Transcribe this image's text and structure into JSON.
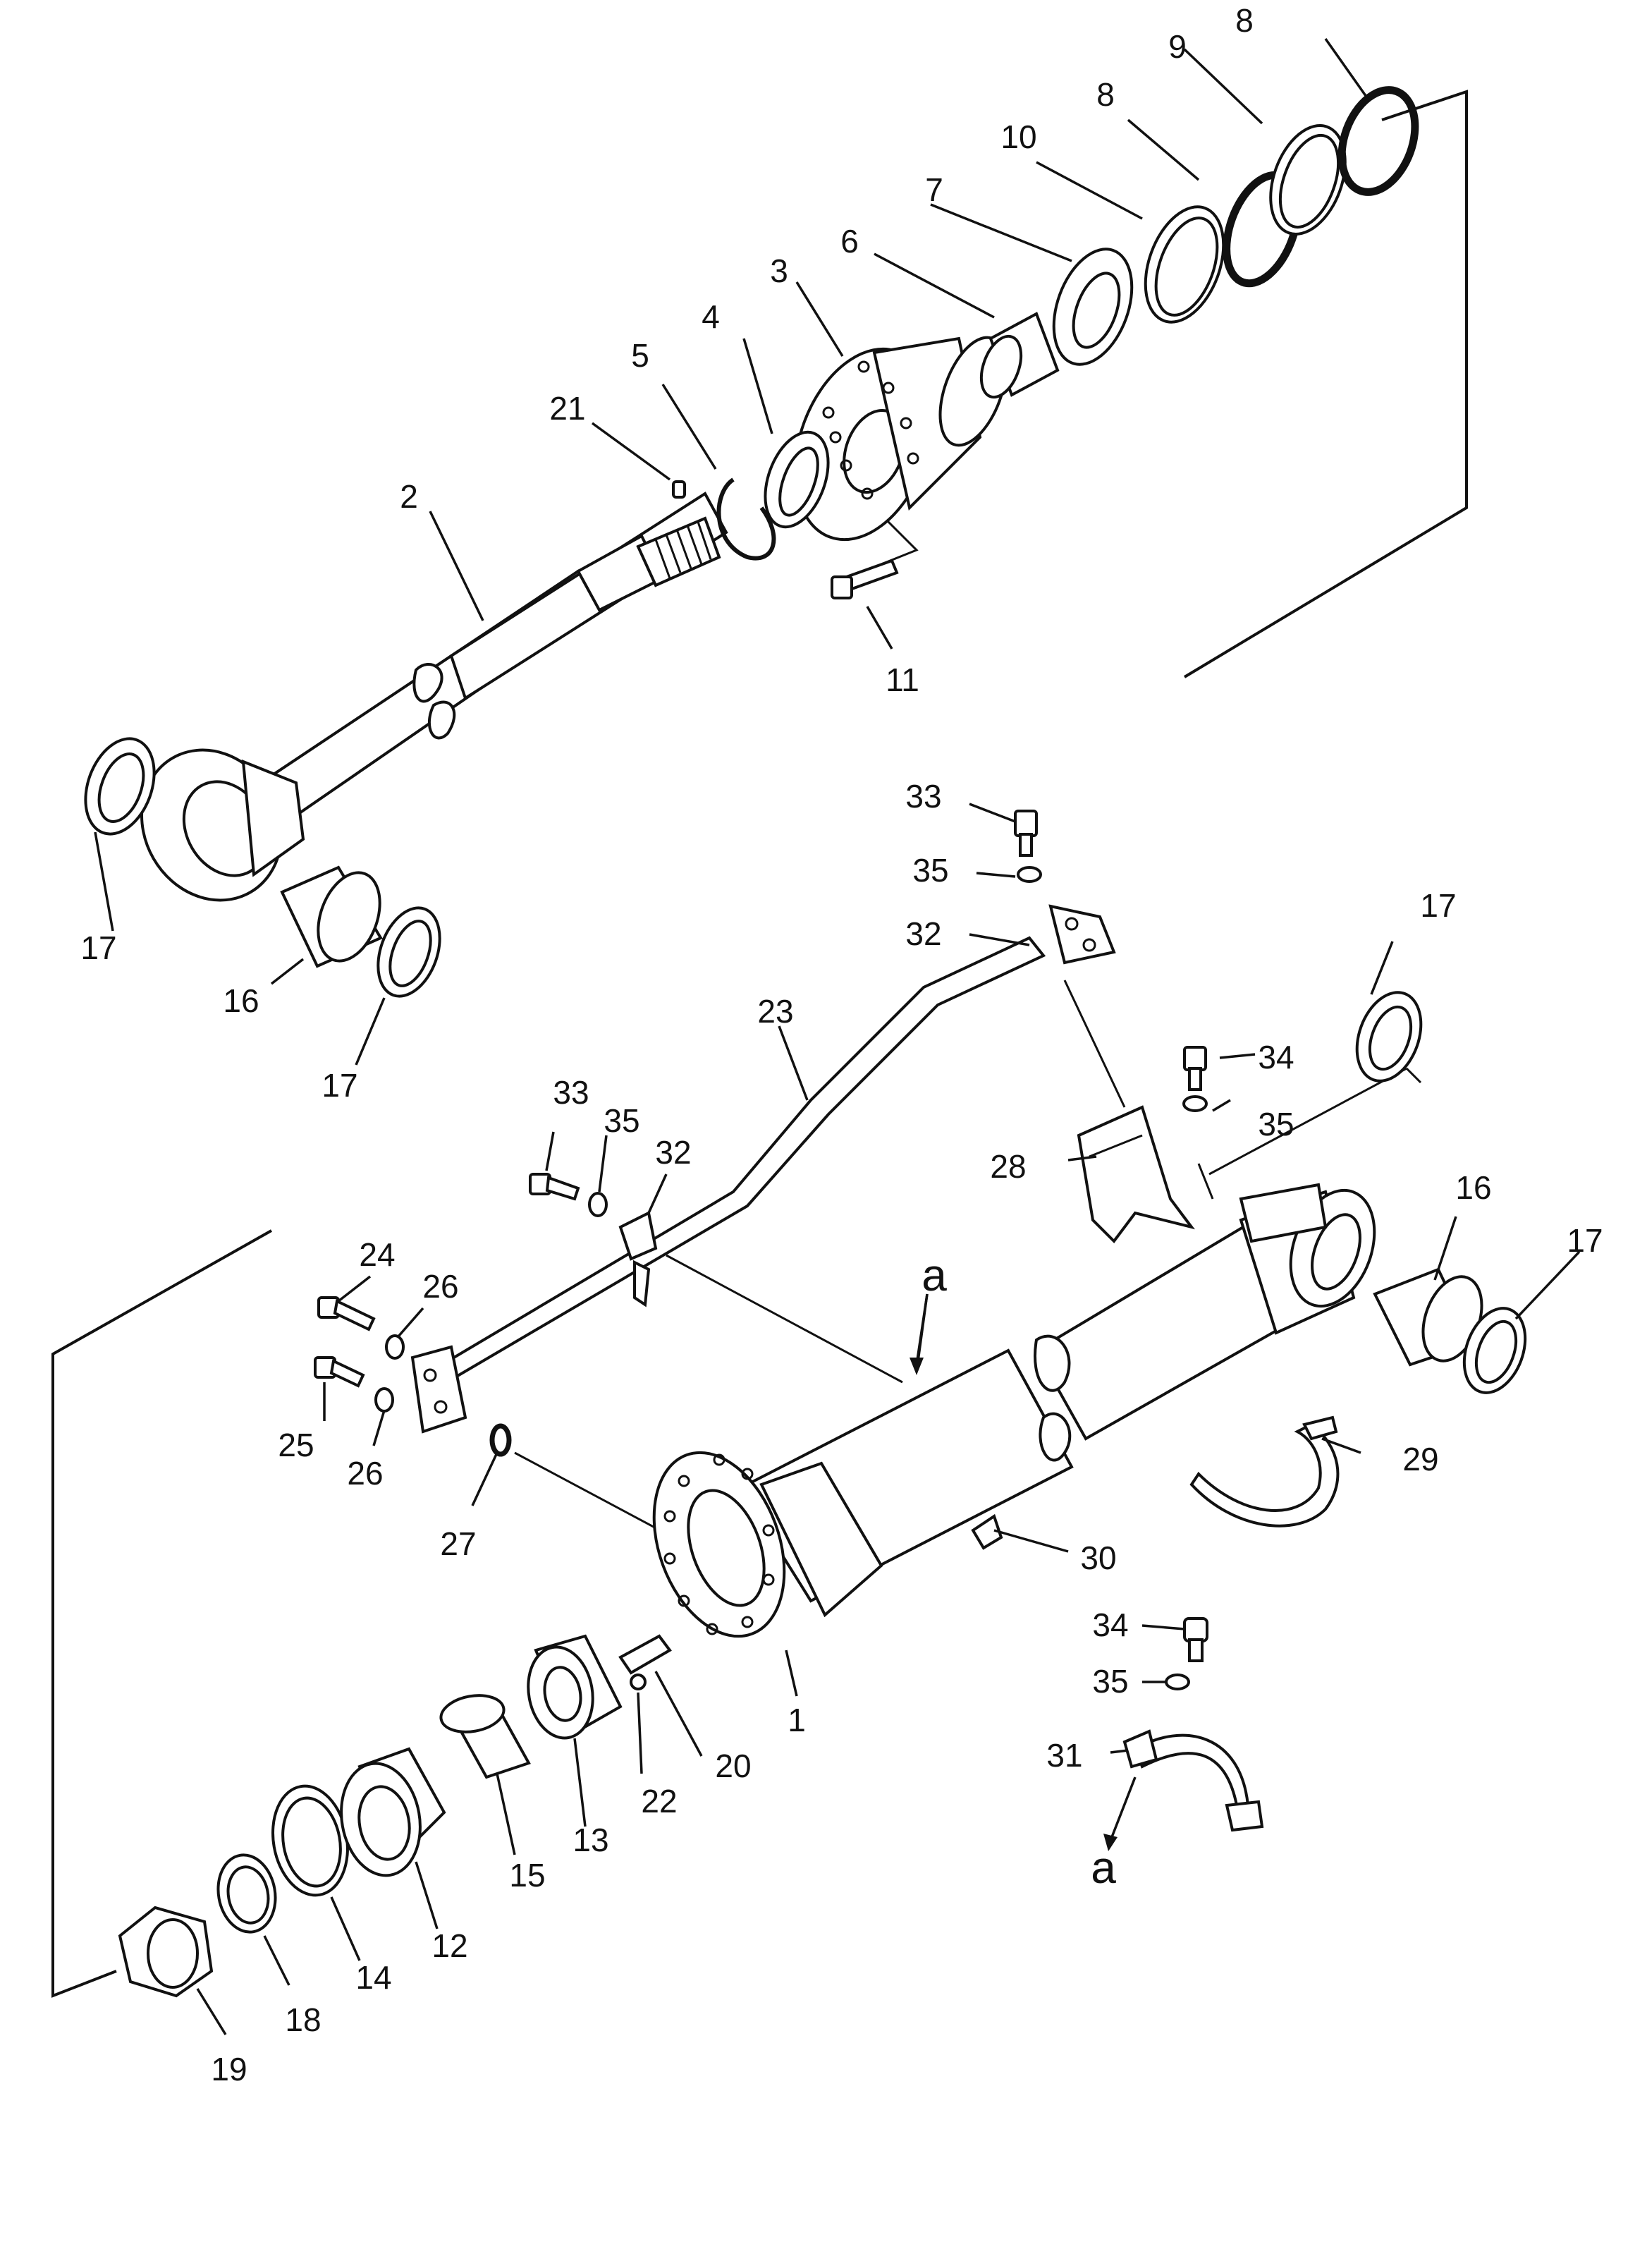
{
  "callouts": [
    {
      "id": "1",
      "text": "1"
    },
    {
      "id": "2",
      "text": "2"
    },
    {
      "id": "3",
      "text": "3"
    },
    {
      "id": "4",
      "text": "4"
    },
    {
      "id": "5",
      "text": "5"
    },
    {
      "id": "6",
      "text": "6"
    },
    {
      "id": "7",
      "text": "7"
    },
    {
      "id": "8a",
      "text": "8"
    },
    {
      "id": "8b",
      "text": "8"
    },
    {
      "id": "9",
      "text": "9"
    },
    {
      "id": "10",
      "text": "10"
    },
    {
      "id": "11",
      "text": "11"
    },
    {
      "id": "12",
      "text": "12"
    },
    {
      "id": "13",
      "text": "13"
    },
    {
      "id": "14",
      "text": "14"
    },
    {
      "id": "15",
      "text": "15"
    },
    {
      "id": "16a",
      "text": "16"
    },
    {
      "id": "16b",
      "text": "16"
    },
    {
      "id": "17a",
      "text": "17"
    },
    {
      "id": "17b",
      "text": "17"
    },
    {
      "id": "17c",
      "text": "17"
    },
    {
      "id": "17d",
      "text": "17"
    },
    {
      "id": "18",
      "text": "18"
    },
    {
      "id": "19",
      "text": "19"
    },
    {
      "id": "20",
      "text": "20"
    },
    {
      "id": "21",
      "text": "21"
    },
    {
      "id": "22",
      "text": "22"
    },
    {
      "id": "23",
      "text": "23"
    },
    {
      "id": "24",
      "text": "24"
    },
    {
      "id": "25",
      "text": "25"
    },
    {
      "id": "26a",
      "text": "26"
    },
    {
      "id": "26b",
      "text": "26"
    },
    {
      "id": "27",
      "text": "27"
    },
    {
      "id": "28",
      "text": "28"
    },
    {
      "id": "29",
      "text": "29"
    },
    {
      "id": "30",
      "text": "30"
    },
    {
      "id": "31",
      "text": "31"
    },
    {
      "id": "32a",
      "text": "32"
    },
    {
      "id": "32b",
      "text": "32"
    },
    {
      "id": "33a",
      "text": "33"
    },
    {
      "id": "33b",
      "text": "33"
    },
    {
      "id": "34a",
      "text": "34"
    },
    {
      "id": "34b",
      "text": "34"
    },
    {
      "id": "35a",
      "text": "35"
    },
    {
      "id": "35b",
      "text": "35"
    },
    {
      "id": "35c",
      "text": "35"
    },
    {
      "id": "35d",
      "text": "35"
    }
  ],
  "view_markers": [
    {
      "id": "a1",
      "text": "a"
    },
    {
      "id": "a2",
      "text": "a"
    }
  ]
}
